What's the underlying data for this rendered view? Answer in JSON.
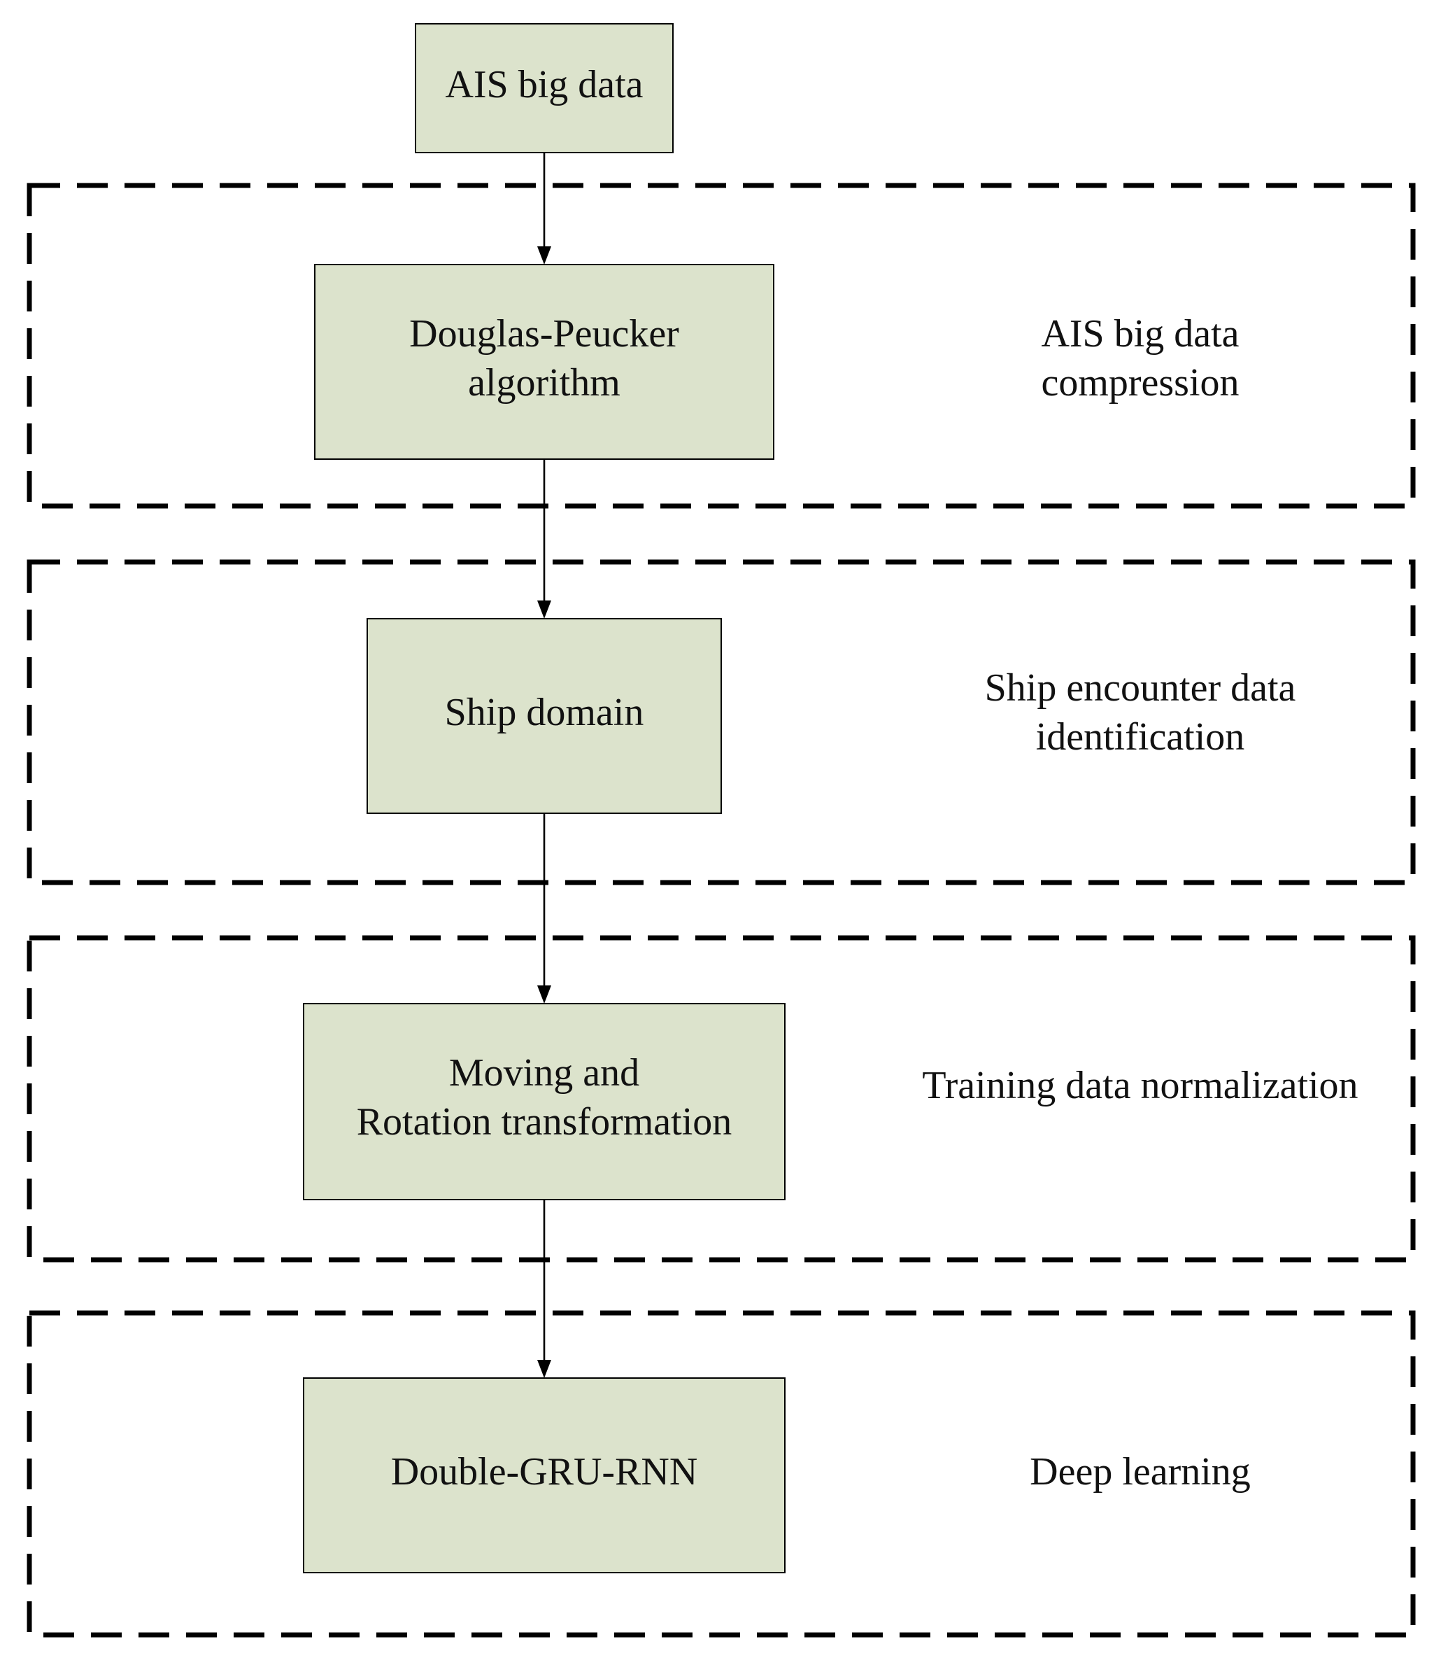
{
  "colors": {
    "box_fill": "#dce3cc",
    "stroke": "#000000",
    "text": "#111111",
    "background": "#ffffff"
  },
  "nodes": {
    "source": {
      "line1": "AIS big data"
    },
    "douglas_peucker": {
      "line1": "Douglas-Peucker",
      "line2": "algorithm"
    },
    "ship_domain": {
      "line1": "Ship domain"
    },
    "moving_rotation": {
      "line1": "Moving and",
      "line2": "Rotation transformation"
    },
    "double_gru_rnn": {
      "line1": "Double-GRU-RNN"
    }
  },
  "stages": {
    "compression": {
      "line1": "AIS big data",
      "line2": "compression"
    },
    "identification": {
      "line1": "Ship encounter data",
      "line2": "identification"
    },
    "normalization": {
      "line1": "Training data normalization"
    },
    "deep_learning": {
      "line1": "Deep learning"
    }
  },
  "edges": [
    {
      "from": "AIS big data",
      "to": "Douglas-Peucker algorithm"
    },
    {
      "from": "Douglas-Peucker algorithm",
      "to": "Ship domain"
    },
    {
      "from": "Ship domain",
      "to": "Moving and Rotation transformation"
    },
    {
      "from": "Moving and Rotation transformation",
      "to": "Double-GRU-RNN"
    }
  ]
}
